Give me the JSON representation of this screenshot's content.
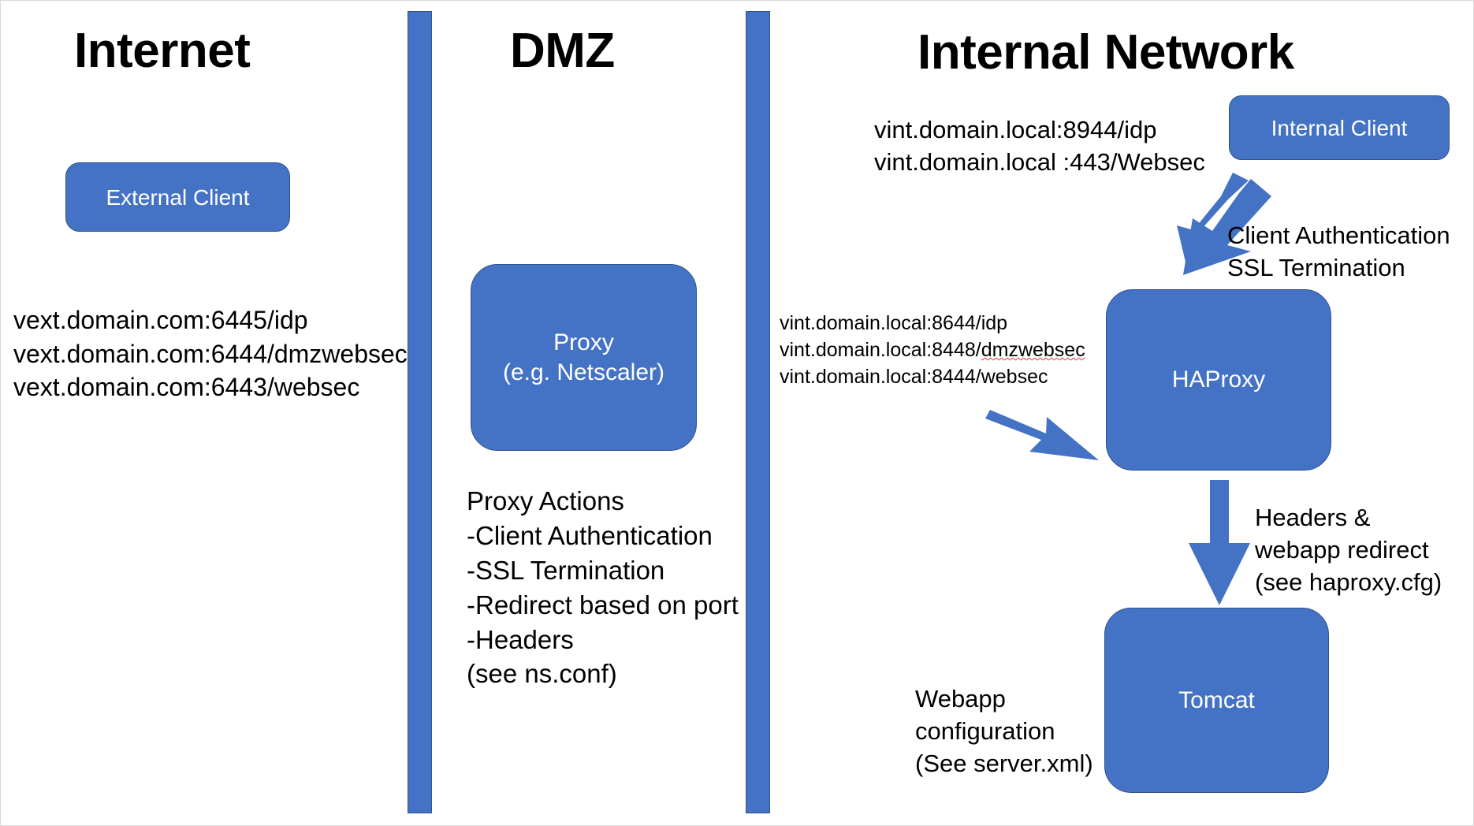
{
  "theme": {
    "accent_blue": "#4472c4",
    "accent_blue_border": "#2f528f",
    "text_color": "#000000",
    "node_text_color": "#ffffff",
    "background": "#ffffff",
    "spellcheck_underline": "#e03a3a"
  },
  "zones": {
    "internet": {
      "title": "Internet"
    },
    "dmz": {
      "title": "DMZ"
    },
    "internal": {
      "title": "Internal Network"
    }
  },
  "nodes": {
    "external_client": {
      "label": "External Client"
    },
    "proxy": {
      "line1": "Proxy",
      "line2": "(e.g. Netscaler)"
    },
    "internal_client": {
      "label": "Internal Client"
    },
    "haproxy": {
      "label": "HAProxy"
    },
    "tomcat": {
      "label": "Tomcat"
    }
  },
  "annotations": {
    "external_urls": {
      "lines": [
        "vext.domain.com:6445/idp",
        "vext.domain.com:6444/dmzwebsec",
        "vext.domain.com:6443/websec"
      ]
    },
    "proxy_actions": {
      "lines": [
        "Proxy Actions",
        "-Client Authentication",
        "-SSL Termination",
        "-Redirect based on port",
        "-Headers",
        "(see ns.conf)"
      ]
    },
    "internal_client_urls": {
      "lines": [
        "vint.domain.local:8944/idp",
        "vint.domain.local :443/Websec"
      ]
    },
    "client_auth": {
      "lines": [
        "Client Authentication",
        "SSL Termination"
      ]
    },
    "haproxy_urls": {
      "line1": "vint.domain.local:8644/idp",
      "line2_prefix": "vint.domain.local:8448/",
      "line2_misspelled": "dmzwebsec",
      "line3": "vint.domain.local:8444/websec"
    },
    "headers_redirect": {
      "lines": [
        "Headers &",
        "webapp redirect",
        "(see haproxy.cfg)"
      ]
    },
    "webapp_config": {
      "lines": [
        "Webapp",
        "configuration",
        "(See server.xml)"
      ]
    }
  },
  "arrows": [
    {
      "name": "internal-client-to-haproxy",
      "from": "internal_client",
      "to": "haproxy"
    },
    {
      "name": "inbound-to-haproxy",
      "from": "internal-urls",
      "to": "haproxy"
    },
    {
      "name": "haproxy-to-tomcat",
      "from": "haproxy",
      "to": "tomcat"
    }
  ]
}
